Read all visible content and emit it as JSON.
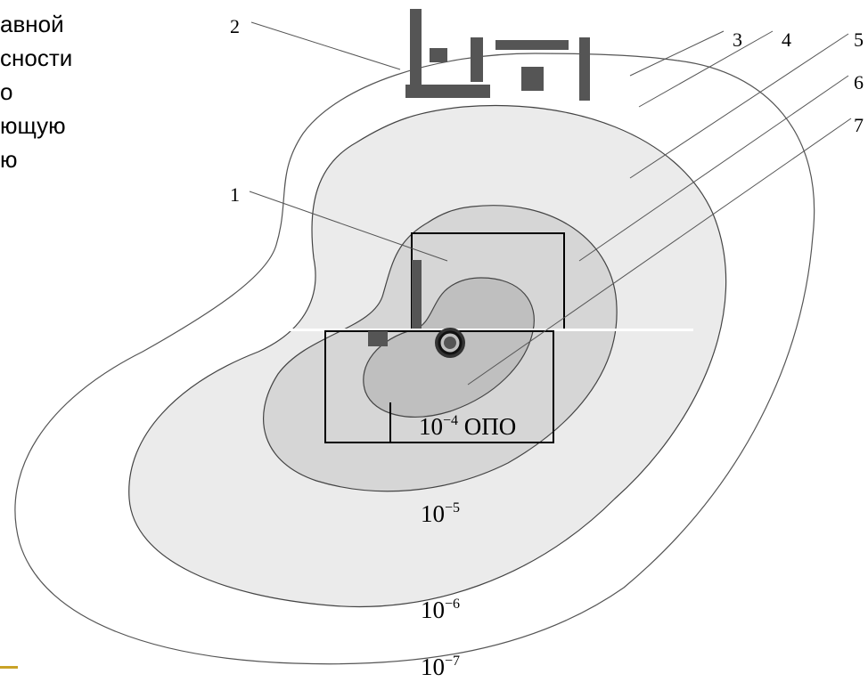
{
  "side_text": [
    "авной",
    "сности",
    "о",
    "ющую",
    "ю"
  ],
  "callouts": [
    "1",
    "2",
    "3",
    "4",
    "5",
    "6",
    "7"
  ],
  "levels": {
    "l4": {
      "base": "10",
      "exp": "−4",
      "suffix": " ОПО"
    },
    "l5": {
      "base": "10",
      "exp": "−5"
    },
    "l6": {
      "base": "10",
      "exp": "−6"
    },
    "l7": {
      "base": "10",
      "exp": "−7"
    }
  },
  "colors": {
    "zone_outer": "#ffffff",
    "zone_5": "#e9e9e9",
    "zone_4": "#d4d4d4",
    "zone_core": "#bdbdbd",
    "buildings": "#555555",
    "accent": "#c9a227"
  }
}
